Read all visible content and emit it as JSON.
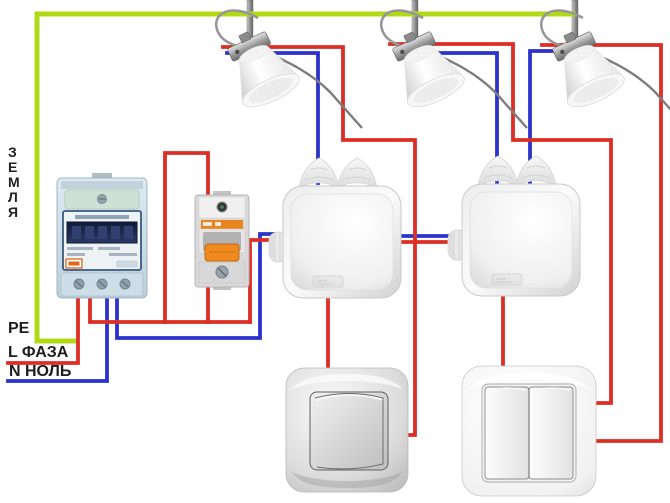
{
  "labels": {
    "ground_vertical": "ЗЕМЛЯ",
    "pe": "PE",
    "phase": "L ФАЗА",
    "neutral": "N НОЛЬ"
  },
  "colors": {
    "ground_wire": "#b2d916",
    "phase_wire": "#dd2e26",
    "neutral_wire": "#2c33cd",
    "background": "#ffffff"
  },
  "components": {
    "meter": "electric-meter",
    "breaker": "circuit-breaker",
    "junction_box_1": "junction-box",
    "junction_box_2": "junction-box",
    "switch_1": "single-key-switch",
    "switch_2": "double-key-switch",
    "lamp_1": "spotlight",
    "lamp_2": "spotlight",
    "lamp_3": "spotlight"
  }
}
